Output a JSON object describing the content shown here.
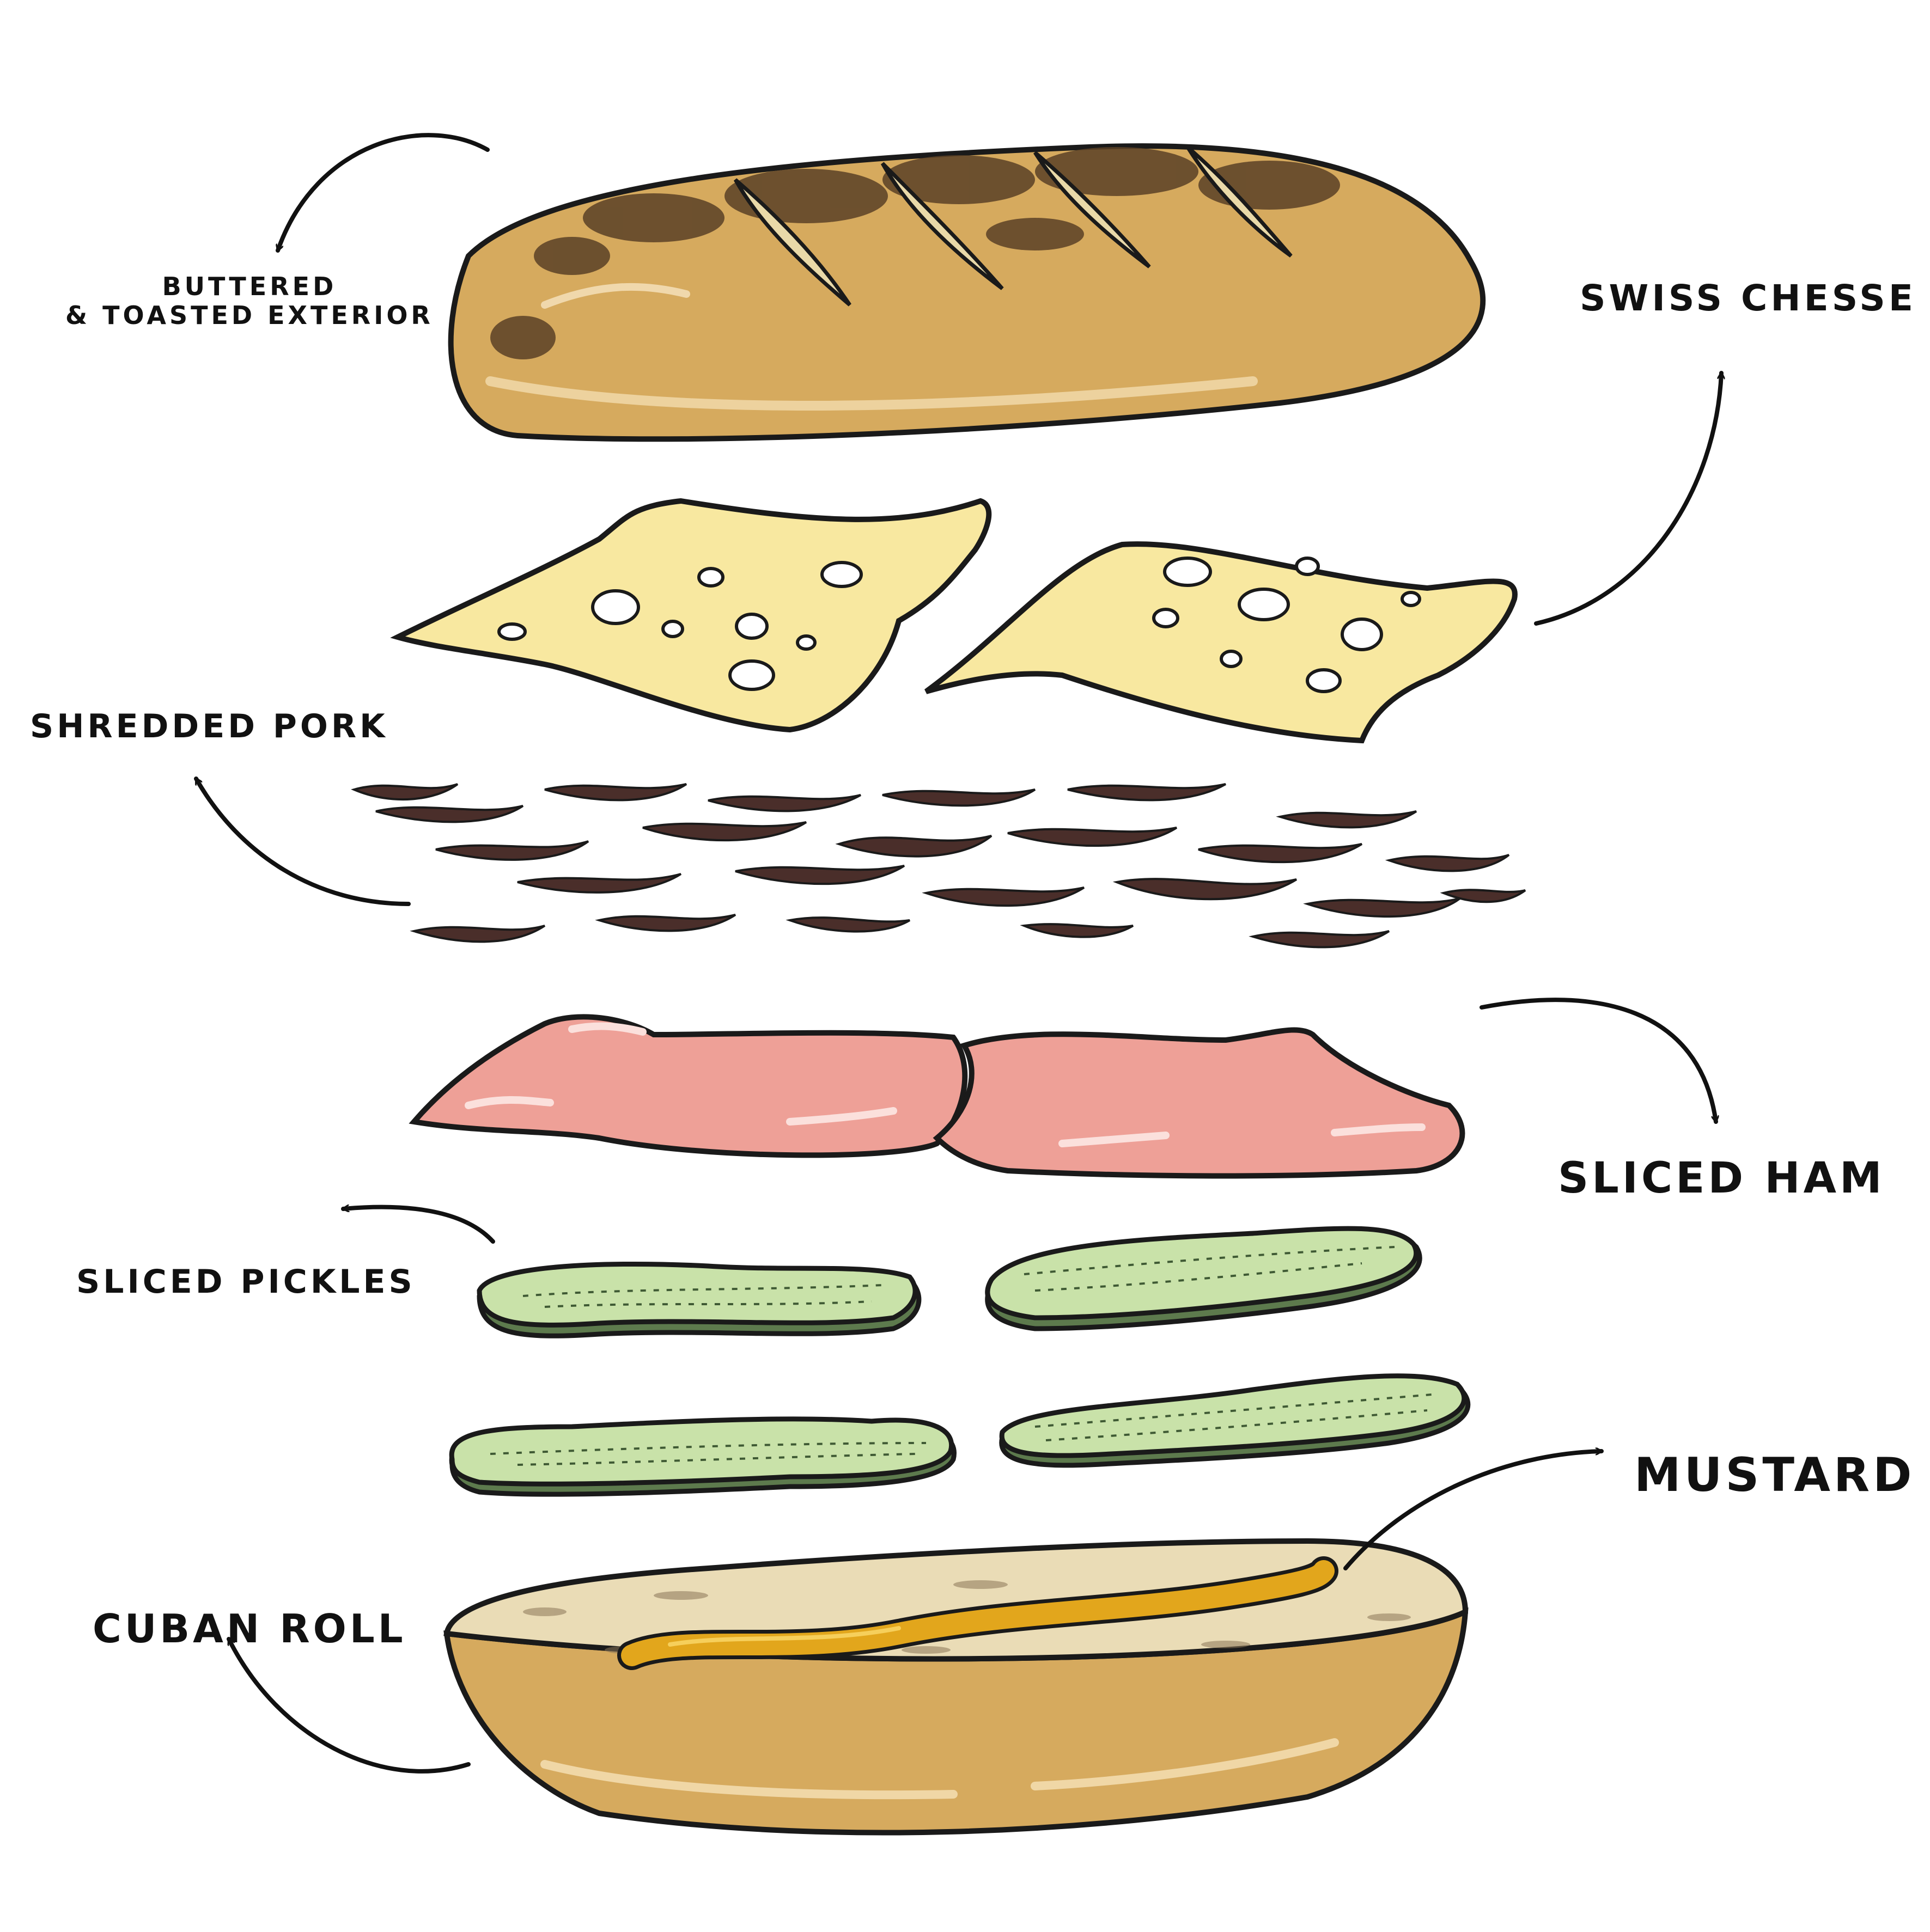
{
  "labels": {
    "bread_line1": "Buttered",
    "bread_line2": "& Toasted exterior",
    "swiss": "Swiss chesse",
    "pork": "Shredded pork",
    "ham": "Sliced ham",
    "pickles": "Sliced pickles",
    "mustard": "Mustard",
    "roll": "Cuban roll"
  },
  "colors": {
    "outline": "#1a1a1a",
    "bread": "#d6aa5e",
    "bread_crumb": "#eadcb6",
    "toast": "#5a4126",
    "cheese": "#f8e8a0",
    "pork": "#4a2e2a",
    "ham": "#eea097",
    "pickle": "#c9e2a9",
    "pickle_rind": "#5d7a4d",
    "mustard": "#e2a61c"
  }
}
